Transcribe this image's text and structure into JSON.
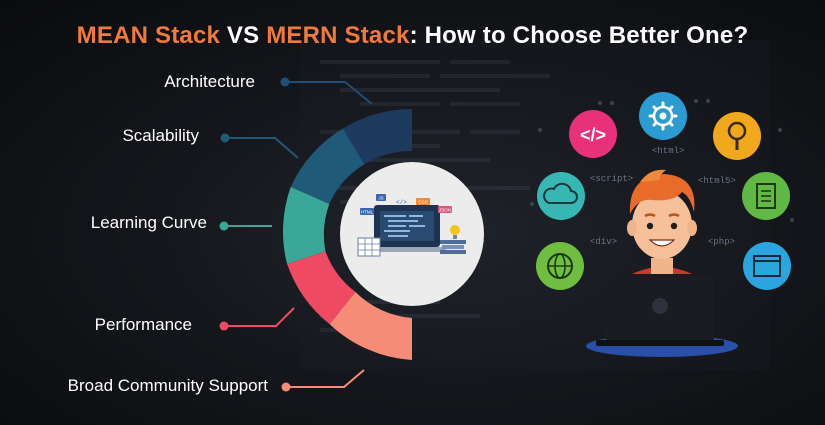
{
  "title": {
    "part1": "MEAN Stack",
    "part2": " VS ",
    "part3": "MERN Stack",
    "part4": ": How to Choose Better One?"
  },
  "features": [
    {
      "label": "Architecture",
      "color": "#1e3a5f"
    },
    {
      "label": "Scalability",
      "color": "#1f5a78"
    },
    {
      "label": "Learning Curve",
      "color": "#3aa898"
    },
    {
      "label": "Performance",
      "color": "#ee4a64"
    },
    {
      "label": "Broad Community Support",
      "color": "#f68b78"
    }
  ],
  "laptop_illustration": {
    "tags": [
      "HTML",
      "JS",
      "CSS",
      "JSON"
    ]
  },
  "developer_illustration": {
    "tags": [
      "<html>",
      "<html5>",
      "<script>",
      "<div>",
      "<php>"
    ],
    "icons": [
      {
        "name": "code-brackets-icon",
        "glyph": "</>",
        "color": "#e8317a"
      },
      {
        "name": "gear-icon",
        "color": "#2b9bd1"
      },
      {
        "name": "magnifier-icon",
        "color": "#f2a81d"
      },
      {
        "name": "cloud-icon",
        "color": "#37b7b4"
      },
      {
        "name": "document-icon",
        "color": "#62b845"
      },
      {
        "name": "globe-icon",
        "color": "#6fbe3f"
      },
      {
        "name": "window-icon",
        "color": "#28a6dd"
      }
    ]
  },
  "colors": {
    "accent": "#ef7a3a",
    "background": "#0b0c10",
    "center_circle": "#ececec",
    "desk_shadow": "#2a4fa8"
  }
}
